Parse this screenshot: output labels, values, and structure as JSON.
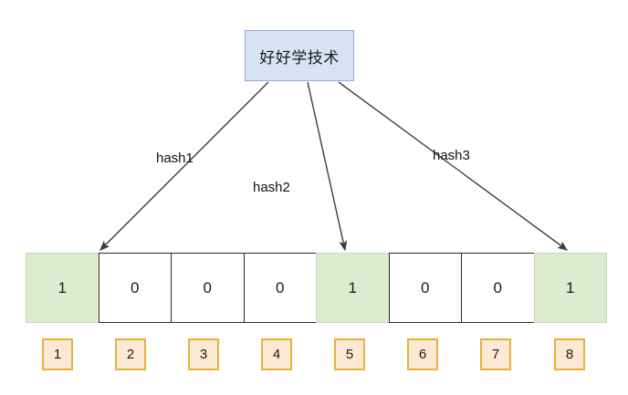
{
  "diagram": {
    "title_box": {
      "text": "好好学技术",
      "fill": "#dae3f3",
      "border": "#8faadc"
    },
    "hash_functions": [
      {
        "label": "hash1",
        "target_index": 1
      },
      {
        "label": "hash2",
        "target_index": 5
      },
      {
        "label": "hash3",
        "target_index": 8
      }
    ],
    "bit_array": {
      "cells": [
        {
          "value": "1",
          "set": true
        },
        {
          "value": "0",
          "set": false
        },
        {
          "value": "0",
          "set": false
        },
        {
          "value": "0",
          "set": false
        },
        {
          "value": "1",
          "set": true
        },
        {
          "value": "0",
          "set": false
        },
        {
          "value": "0",
          "set": false
        },
        {
          "value": "1",
          "set": true
        }
      ],
      "set_fill": "#dbeccf",
      "unset_fill": "#ffffff",
      "border": "#2b2b2b"
    },
    "index_labels": [
      "1",
      "2",
      "3",
      "4",
      "5",
      "6",
      "7",
      "8"
    ],
    "index_style": {
      "fill": "#fce9d4",
      "border": "#e8b23a"
    },
    "watermark": ""
  }
}
